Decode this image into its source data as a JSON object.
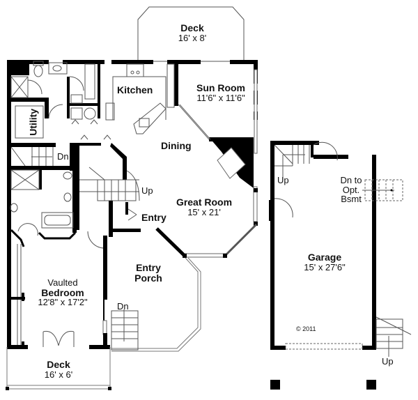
{
  "plan": {
    "type": "house floor plan",
    "rooms": {
      "deck_top": {
        "name": "Deck",
        "size": "16' x 8'"
      },
      "kitchen": {
        "name": "Kitchen"
      },
      "sun_room": {
        "name": "Sun Room",
        "size": "11'6\" x 11'6\""
      },
      "utility": {
        "name": "Utility"
      },
      "dining": {
        "name": "Dining"
      },
      "great_room": {
        "name": "Great Room",
        "size": "15' x 21'"
      },
      "entry": {
        "name": "Entry"
      },
      "entry_porch": {
        "name_line1": "Entry",
        "name_line2": "Porch"
      },
      "bedroom": {
        "name_line1": "Vaulted",
        "name_line2": "Bedroom",
        "size": "12'8\" x 17'2\""
      },
      "deck_bottom": {
        "name": "Deck",
        "size": "16' x 6'"
      },
      "garage": {
        "name": "Garage",
        "size": "15' x 27'6\""
      }
    },
    "stair_labels": {
      "utility_dn": "Dn",
      "main_up": "Up",
      "porch_dn": "Dn",
      "garage_up": "Up",
      "garage_basement_line1": "Dn to",
      "garage_basement_line2": "Opt.",
      "garage_basement_line3": "Bsmt",
      "exterior_up": "Up"
    },
    "copyright": "© 2011"
  }
}
